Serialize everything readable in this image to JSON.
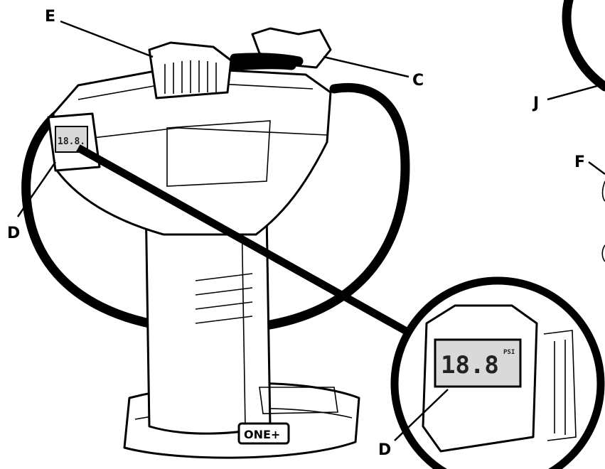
{
  "callouts": {
    "E": "E",
    "C": "C",
    "J": "J",
    "F": "F",
    "D_main": "D",
    "D_inset": "D"
  },
  "lcd": {
    "digits_main": "18.8.",
    "digits_inset": "18.8",
    "unit_inset": "PSI"
  },
  "logo": {
    "text": "ONE+"
  },
  "colors": {
    "ink": "#000000",
    "lcd_bg": "#d9d9d9",
    "paper": "#ffffff"
  }
}
